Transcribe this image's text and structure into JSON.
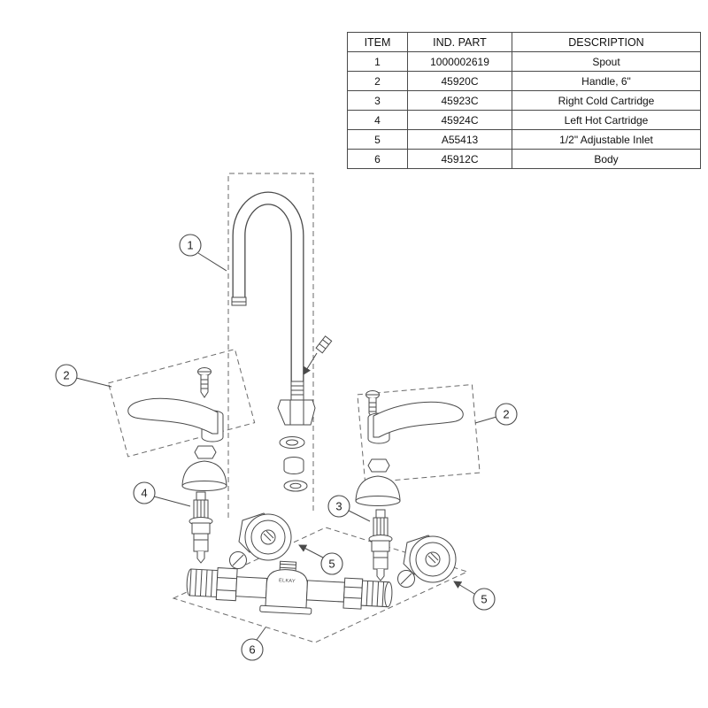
{
  "table": {
    "headers": [
      "ITEM",
      "IND. PART",
      "DESCRIPTION"
    ],
    "rows": [
      {
        "item": "1",
        "part": "1000002619",
        "description": "Spout"
      },
      {
        "item": "2",
        "part": "45920C",
        "description": "Handle, 6\""
      },
      {
        "item": "3",
        "part": "45923C",
        "description": "Right Cold Cartridge"
      },
      {
        "item": "4",
        "part": "45924C",
        "description": "Left Hot Cartridge"
      },
      {
        "item": "5",
        "part": "A55413",
        "description": "1/2\" Adjustable Inlet"
      },
      {
        "item": "6",
        "part": "45912C",
        "description": "Body"
      }
    ]
  },
  "diagram": {
    "brand_label": "ELKAY",
    "callouts": [
      {
        "label": "1",
        "refers_to": "Spout"
      },
      {
        "label": "2",
        "refers_to": "Handle, 6\" (left)"
      },
      {
        "label": "2",
        "refers_to": "Handle, 6\" (right)"
      },
      {
        "label": "3",
        "refers_to": "Right Cold Cartridge"
      },
      {
        "label": "4",
        "refers_to": "Left Hot Cartridge"
      },
      {
        "label": "5",
        "refers_to": "1/2\" Adjustable Inlet (left)"
      },
      {
        "label": "5",
        "refers_to": "1/2\" Adjustable Inlet (right)"
      },
      {
        "label": "6",
        "refers_to": "Body"
      }
    ]
  }
}
